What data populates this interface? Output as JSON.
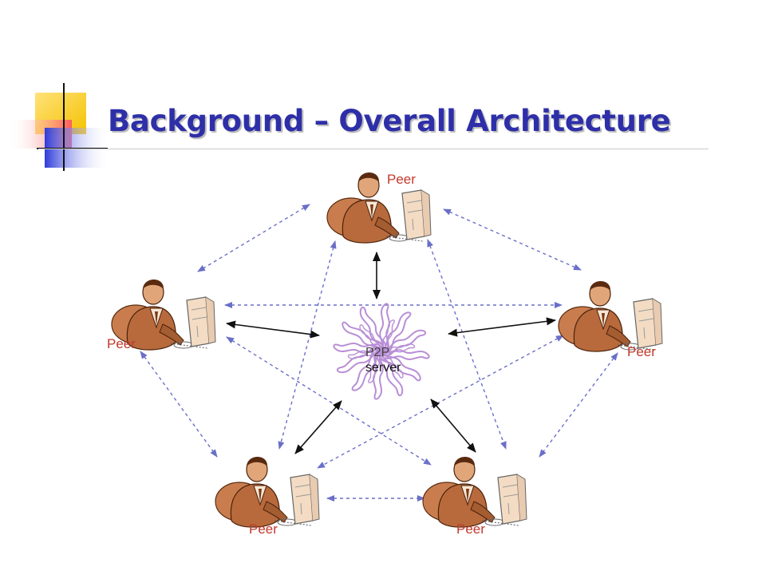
{
  "slide": {
    "title": "Background – Overall Architecture"
  },
  "diagram": {
    "nodes": [
      {
        "id": "peer-top",
        "label": "Peer"
      },
      {
        "id": "peer-left",
        "label": "Peer"
      },
      {
        "id": "peer-right",
        "label": "Peer"
      },
      {
        "id": "peer-bottom-left",
        "label": "Peer"
      },
      {
        "id": "peer-bottom-right",
        "label": "Peer"
      },
      {
        "id": "server",
        "label_line1": "P2P",
        "label_line2": "server"
      }
    ],
    "colors": {
      "title": "#2e2fa8",
      "peer_label": "#c0392b",
      "dashed_arrow": "#6a6fc8",
      "solid_arrow": "#111111",
      "server_swirl": "#b98fd6"
    }
  }
}
